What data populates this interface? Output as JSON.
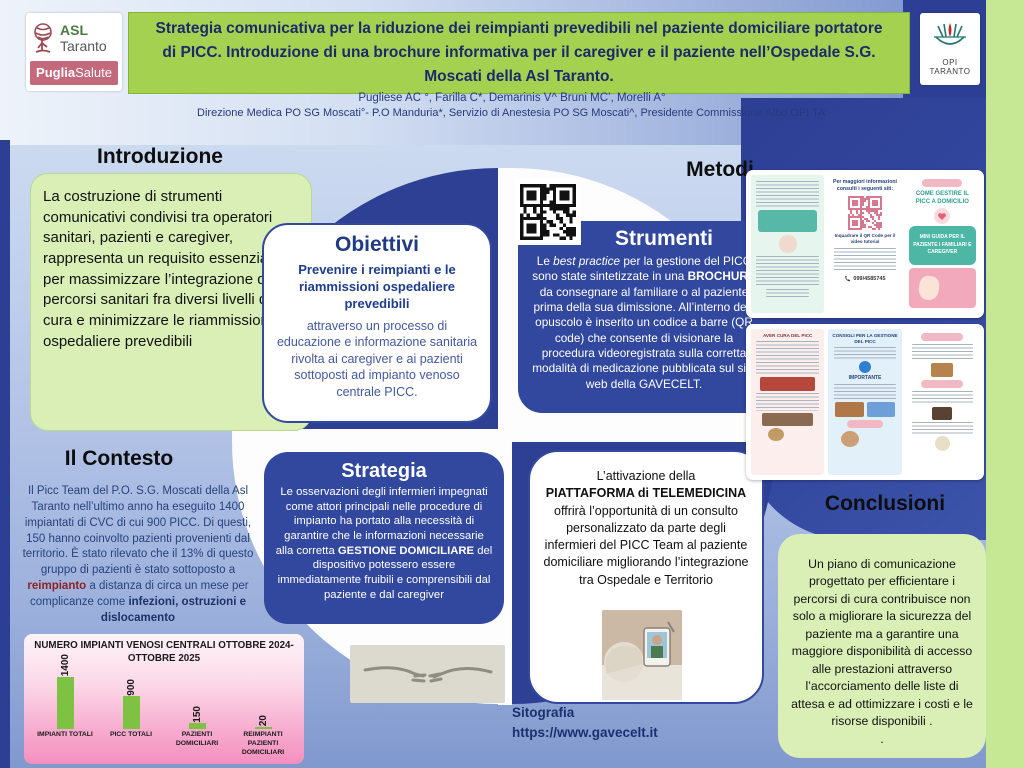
{
  "colors": {
    "accent_navy": "#2d4094",
    "title_green": "#a4d14f",
    "box_green": "#d9efb6",
    "bar_green": "#7dc242",
    "chart_pink": "#f48fc0"
  },
  "header": {
    "title": "Strategia comunicativa per la riduzione dei reimpianti prevedibili nel paziente domiciliare portatore di PICC. Introduzione di una brochure informativa per il caregiver e il paziente nell’Ospedale S.G. Moscati della Asl Taranto.",
    "authors": "Pugliese AC °, Farilla C*, Demarinis V^ Bruni MC’, Morelli A°",
    "affiliations": "Direzione Medica PO SG Moscati°- P.O Manduria*, Servizio di Anestesia PO SG Moscati^, Presidente Commissione Albo OPI TA’"
  },
  "logos": {
    "asl": {
      "name_bold": "ASL",
      "name_rest": "Taranto",
      "banner_bold": "Puglia",
      "banner_rest": "Salute"
    },
    "opi": {
      "line1": "OPI",
      "line2": "TARANTO"
    }
  },
  "introduzione": {
    "heading": "Introduzione",
    "body": "La costruzione di strumenti comunicativi condivisi tra operatori sanitari, pazienti e caregiver, rappresenta un requisito essenziale per massimizzare l’integrazione dei percorsi sanitari fra diversi livelli di cura e minimizzare le riammissioni ospedaliere prevedibili"
  },
  "contesto": {
    "heading": "Il Contesto",
    "part1": "Il Picc Team del P.O. S.G. Moscati della Asl Taranto nell’ultimo anno ha eseguito 1400 impiantati di CVC di cui 900 PICC. Di questi, 150 hanno coinvolto pazienti provenienti dal territorio. È stato rilevato che il 13% di questo gruppo di pazienti è stato sottoposto a ",
    "highlight": "reimpianto",
    "part2": " a distanza di circa un mese per complicanze come ",
    "bold_end": "infezioni, ostruzioni e dislocamento"
  },
  "obiettivi": {
    "title": "Obiettivi",
    "bold": "Prevenire i reimpianti e le riammissioni ospedaliere prevedibili",
    "body": "attraverso un processo di educazione e informazione sanitaria rivolta ai caregiver e ai pazienti sottoposti ad impianto venoso centrale PICC."
  },
  "metodi": {
    "heading": "Metodi"
  },
  "strumenti": {
    "title": "Strumenti",
    "p1": "Le ",
    "italic": "best practice",
    "p2": " per la gestione del PICC sono state  sintetizzate in una ",
    "bold": "BROCHURE",
    "p3": " da consegnare al familiare o al paziente prima della sua dimissione. All’interno dell’ opuscolo è inserito un codice a barre (QR code) che consente di visionare la procedura videoregistrata sulla corretta modalità di medicazione pubblicata sul sito web della GAVECELT."
  },
  "strategia": {
    "title": "Strategia",
    "p1": "Le osservazioni degli infermieri impegnati come attori principali nelle procedure di impianto ha portato alla necessità di garantire che le informazioni necessarie alla corretta ",
    "bold": "GESTIONE DOMICILIARE",
    "p2": " del dispositivo potessero essere immediatamente fruibili e comprensibili dal paziente e dal caregiver"
  },
  "telemedicina": {
    "intro": "L’attivazione della",
    "bold": "PIATTAFORMA di TELEMEDICINA",
    "body": "offrirà l’opportunità di un consulto personalizzato da parte degli infermieri del PICC Team al paziente domiciliare migliorando l’integrazione tra Ospedale e Territorio"
  },
  "conclusioni": {
    "heading": "Conclusioni",
    "body": "Un piano di comunicazione progettato per efficientare i percorsi di cura contribuisce non solo a migliorare la sicurezza del paziente ma a garantire una maggiore disponibilità di accesso alle prestazioni  attraverso l’accorciamento delle liste di attesa e ad ottimizzare i costi e le risorse disponibili .",
    "trailing": "."
  },
  "sitografia": {
    "label": "Sitografia",
    "url": "https://www.gavecelt.it"
  },
  "brochure": {
    "card1": {
      "col2_title": "Per maggiori informazioni consulti i seguenti siti:",
      "col2_caption": "Inquadrare il QR Code per il video tutorial",
      "col2_phone": "099/4585745",
      "col3_title": "COME GESTIRE IL PICC A DOMICILIO",
      "col3_box": "MINI GUIDA  PER IL PAZIENTE I FAMILIARI E CAREGIVER"
    },
    "card2": {
      "col1_title": "AVER CURA DEL PICC",
      "col2_title": "CONSIGLI PER LA GESTIONE DEL PICC",
      "col2_important": "IMPORTANTE"
    }
  },
  "chart_data": {
    "type": "bar",
    "title": "NUMERO IMPIANTI VENOSI CENTRALI OTTOBRE 2024-OTTOBRE 2025",
    "categories": [
      "IMPIANTI TOTALI",
      "PICC TOTALI",
      "PAZIENTI DOMICILIARI",
      "REIMPIANTI PAZIENTI DOMICILIARI"
    ],
    "values": [
      1400,
      900,
      150,
      20
    ],
    "ylim": [
      0,
      1400
    ],
    "bar_color": "#7dc242",
    "grid": false,
    "legend": false
  }
}
